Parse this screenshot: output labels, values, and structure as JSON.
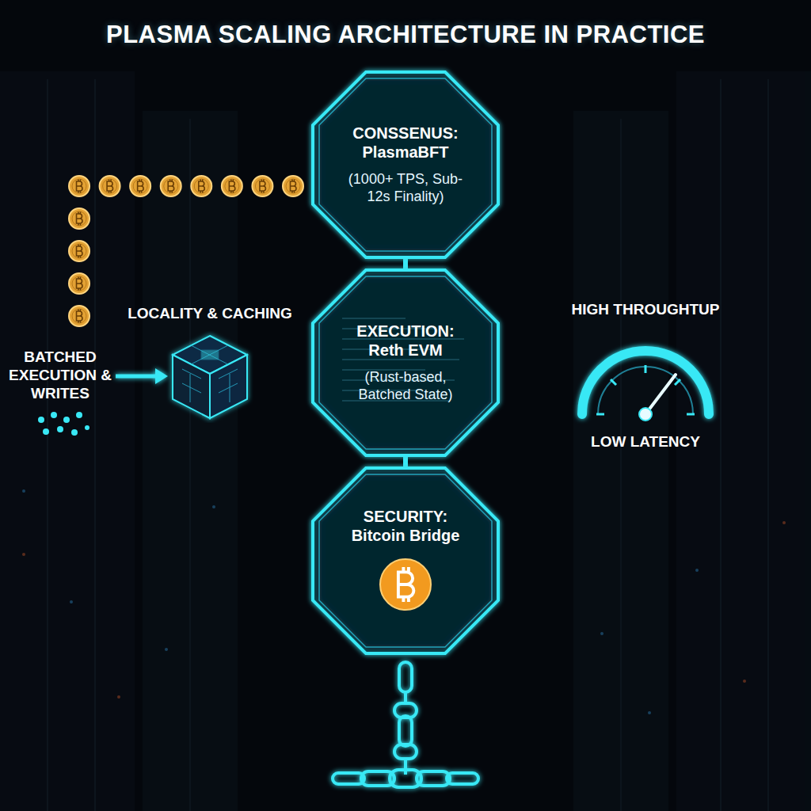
{
  "diagram": {
    "title": "PLASMA SCALING ARCHITECTURE IN PRACTICE",
    "nodes": [
      {
        "text": [
          "CONSSENUS: PlasmaBFT",
          "(1000+ TPS, Sub-12s Finality)"
        ]
      },
      {
        "text": [
          "LOCALITY & CACHING"
        ]
      },
      {
        "text": [
          "EXECUTION: Reth EVM",
          "(Rust-based, Batched State)"
        ]
      },
      {
        "text": [
          "HIGH THROUGHTUP",
          "LOW LATENCY"
        ]
      },
      {
        "text": [
          "SECURITY: Bitcoin Bridge"
        ]
      }
    ],
    "edges": [
      {
        "from": 0,
        "to": 2,
        "arrow": "none"
      },
      {
        "from": 2,
        "to": 4,
        "arrow": "none"
      }
    ],
    "labels": [
      "BATCHED EXECUTION & WRITES"
    ]
  }
}
